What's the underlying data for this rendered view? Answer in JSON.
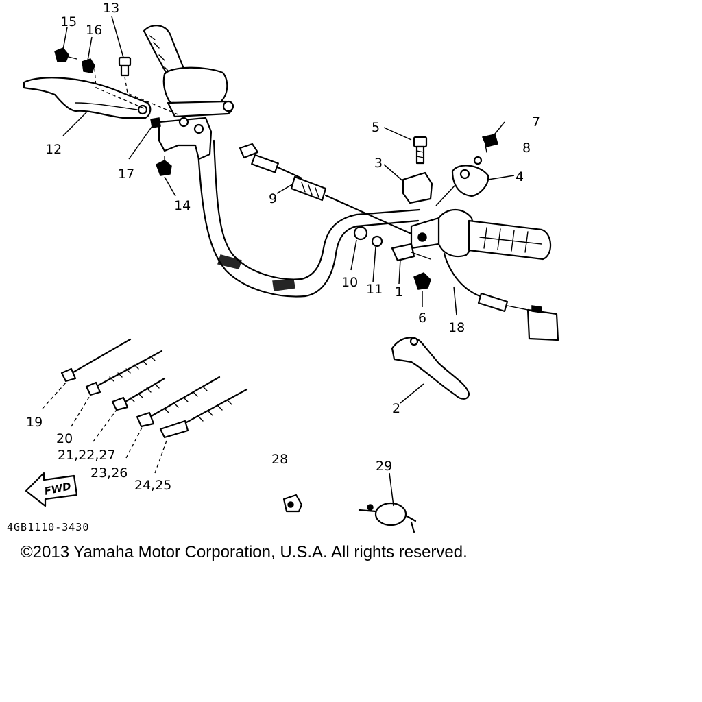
{
  "diagram": {
    "drawing_number": "4GB1110-3430",
    "copyright": "©2013 Yamaha Motor Corporation, U.S.A. All rights reserved.",
    "fwd_label": "FWD",
    "callouts": {
      "p1": "1",
      "p2": "2",
      "p3": "3",
      "p4": "4",
      "p5": "5",
      "p6": "6",
      "p7": "7",
      "p8": "8",
      "p9": "9",
      "p10": "10",
      "p11": "11",
      "p12": "12",
      "p13": "13",
      "p14": "14",
      "p15": "15",
      "p16": "16",
      "p17": "17",
      "p18": "18",
      "p19": "19",
      "p20": "20",
      "p21": "21,22,27",
      "p23": "23,26",
      "p24": "24,25",
      "p28": "28",
      "p29": "29"
    }
  }
}
